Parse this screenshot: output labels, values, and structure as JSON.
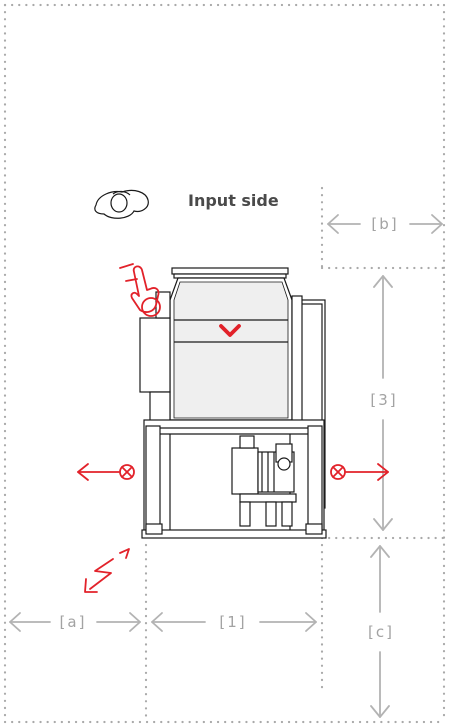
{
  "diagram": {
    "title": "Input side",
    "labels": {
      "a": "[a]",
      "b": "[b]",
      "c": "[c]",
      "one": "[1]",
      "three": "[3]"
    },
    "icons": {
      "viewer": "eye-glasses-person-icon",
      "hand": "pointing-hand-icon",
      "arrow": "feed-direction-chevron-icon",
      "no_access_left": "prohibited-arrow-left-icon",
      "no_access_right": "prohibited-arrow-right-icon",
      "service": "service-direction-icon"
    },
    "colors": {
      "dimension": "#b3b3b3",
      "warning": "#e2222a",
      "machine": "#1a1a1a"
    }
  }
}
